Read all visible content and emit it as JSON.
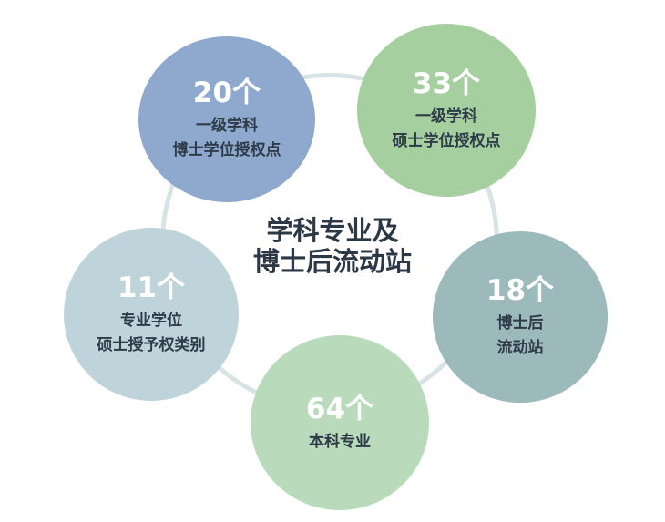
{
  "title": {
    "line1": "学科专业及",
    "line2": "博士后流动站"
  },
  "nodes": [
    {
      "count": "20个",
      "line1": "一级学科",
      "line2": "博士学位授权点",
      "color": "#8ea9cd"
    },
    {
      "count": "33个",
      "line1": "一级学科",
      "line2": "硕士学位授权点",
      "color": "#a6cf9f"
    },
    {
      "count": "18个",
      "line1": "博士后",
      "line2": "流动站",
      "color": "#9cb9bc"
    },
    {
      "count": "64个",
      "line1": "本科专业",
      "color": "#badbbb"
    },
    {
      "count": "11个",
      "line1": "专业学位",
      "line2": "硕士授予权类别",
      "color": "#bed4da"
    }
  ]
}
